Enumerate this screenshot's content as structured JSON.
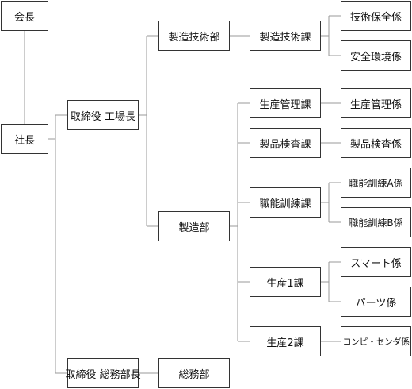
{
  "org": {
    "chairman": "会長",
    "president": "社長",
    "director_plant": "取締役 工場長",
    "director_general": "取締役 総務部長",
    "dept_tech": "製造技術部",
    "dept_mfg": "製造部",
    "dept_general": "総務部",
    "sec_tech": "製造技術課",
    "sec_prod_mgmt": "生産管理課",
    "sec_inspection": "製品検査課",
    "sec_training": "職能訓練課",
    "sec_prod1": "生産1課",
    "sec_prod2": "生産2課",
    "grp_tech_maint": "技術保全係",
    "grp_safety": "安全環境係",
    "grp_prod_mgmt": "生産管理係",
    "grp_inspection": "製品検査係",
    "grp_training_a": "職能訓練A係",
    "grp_training_b": "職能訓練B係",
    "grp_smart": "スマート係",
    "grp_parts": "パーツ係",
    "grp_component": "コンピ・センダ係"
  }
}
